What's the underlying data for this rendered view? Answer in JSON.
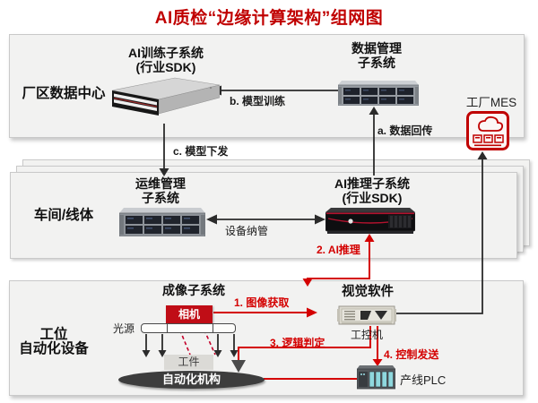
{
  "title": "AI质检“边缘计算架构”组网图",
  "colors": {
    "title_red": "#c00000",
    "arrow_red": "#d40000",
    "camera_red": "#c00d16",
    "band_fill": "#f2f2f1"
  },
  "zones": {
    "datacenter": {
      "label": "厂区数据中心"
    },
    "workshop": {
      "label": "车间/线体"
    },
    "station": {
      "label_line1": "工位",
      "label_line2": "自动化设备"
    }
  },
  "nodes": {
    "training": {
      "title": "AI训练子系统",
      "subtitle": "(行业SDK)"
    },
    "data_mgmt": {
      "title_line1": "数据管理",
      "title_line2": "子系统"
    },
    "mes": {
      "label": "工厂MES"
    },
    "om": {
      "title_line1": "运维管理",
      "title_line2": "子系统"
    },
    "inference": {
      "title": "AI推理子系统",
      "subtitle": "(行业SDK)"
    },
    "imaging": {
      "title": "成像子系统",
      "camera": "相机",
      "light": "光源",
      "workpiece": "工件",
      "actuator": "自动化机构"
    },
    "vision": {
      "title": "视觉软件",
      "ipc": "工控机",
      "plc": "产线PLC"
    }
  },
  "edges": {
    "a": "a. 数据回传",
    "b": "b. 模型训练",
    "c": "c. 模型下发",
    "manage": "设备纳管",
    "s1": "1. 图像获取",
    "s2": "2. AI推理",
    "s3": "3. 逻辑判定",
    "s4": "4. 控制发送"
  }
}
